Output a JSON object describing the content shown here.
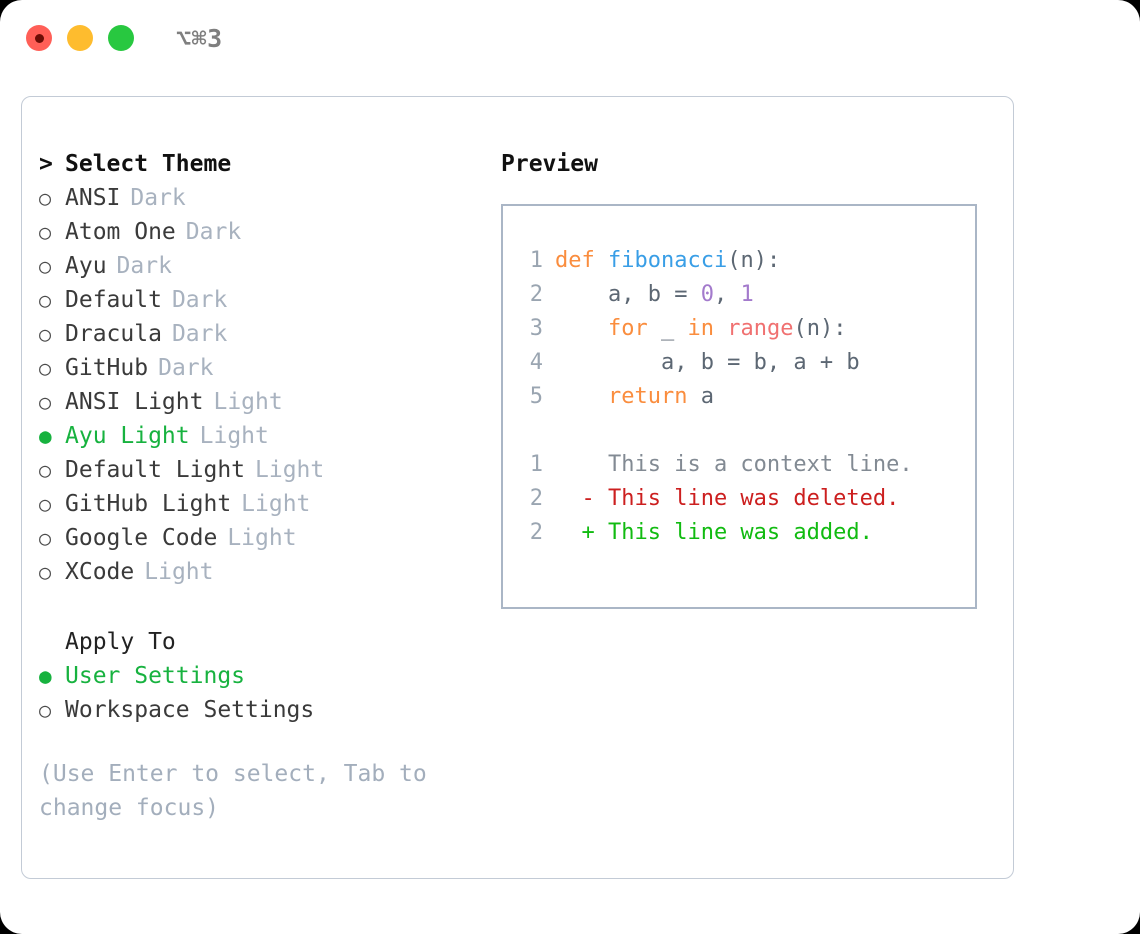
{
  "titlebar": {
    "shortcut": "⌥⌘3",
    "buttons": [
      {
        "name": "close",
        "color": "#ff5f57"
      },
      {
        "name": "minimize",
        "color": "#febc2e"
      },
      {
        "name": "maximize",
        "color": "#28c840"
      }
    ]
  },
  "left": {
    "section_title": "Select Theme",
    "caret": ">",
    "bullet_empty": "○",
    "bullet_filled": "●",
    "themes": [
      {
        "name": "ANSI",
        "kind": "Dark",
        "selected": false
      },
      {
        "name": "Atom One",
        "kind": "Dark",
        "selected": false
      },
      {
        "name": "Ayu",
        "kind": "Dark",
        "selected": false
      },
      {
        "name": "Default",
        "kind": "Dark",
        "selected": false
      },
      {
        "name": "Dracula",
        "kind": "Dark",
        "selected": false
      },
      {
        "name": "GitHub",
        "kind": "Dark",
        "selected": false
      },
      {
        "name": "ANSI Light",
        "kind": "Light",
        "selected": false
      },
      {
        "name": "Ayu Light",
        "kind": "Light",
        "selected": true
      },
      {
        "name": "Default Light",
        "kind": "Light",
        "selected": false
      },
      {
        "name": "GitHub Light",
        "kind": "Light",
        "selected": false
      },
      {
        "name": "Google Code",
        "kind": "Light",
        "selected": false
      },
      {
        "name": "XCode",
        "kind": "Light",
        "selected": false
      }
    ],
    "apply_to_title": "Apply To",
    "apply_to": [
      {
        "label": "User Settings",
        "selected": true
      },
      {
        "label": "Workspace Settings",
        "selected": false
      }
    ],
    "hint": "(Use Enter to select, Tab to change focus)"
  },
  "right": {
    "preview_title": "Preview",
    "code_lines": [
      {
        "n": "1",
        "tokens": [
          {
            "t": "def",
            "c": "kw"
          },
          {
            "t": " ",
            "c": "pl"
          },
          {
            "t": "fibonacci",
            "c": "fn"
          },
          {
            "t": "(n):",
            "c": "pl"
          }
        ]
      },
      {
        "n": "2",
        "tokens": [
          {
            "t": "    a, b = ",
            "c": "pl"
          },
          {
            "t": "0",
            "c": "num"
          },
          {
            "t": ", ",
            "c": "pl"
          },
          {
            "t": "1",
            "c": "num"
          }
        ]
      },
      {
        "n": "3",
        "tokens": [
          {
            "t": "    ",
            "c": "pl"
          },
          {
            "t": "for",
            "c": "kw"
          },
          {
            "t": " _ ",
            "c": "pl"
          },
          {
            "t": "in",
            "c": "kw"
          },
          {
            "t": " ",
            "c": "pl"
          },
          {
            "t": "range",
            "c": "bi"
          },
          {
            "t": "(n):",
            "c": "pl"
          }
        ]
      },
      {
        "n": "4",
        "tokens": [
          {
            "t": "        a, b = b, a + b",
            "c": "pl"
          }
        ]
      },
      {
        "n": "5",
        "tokens": [
          {
            "t": "    ",
            "c": "pl"
          },
          {
            "t": "return",
            "c": "kw"
          },
          {
            "t": " a",
            "c": "pl"
          }
        ]
      }
    ],
    "diff_lines": [
      {
        "n": "1",
        "marker": " ",
        "text": "This is a context line.",
        "kind": "ctx"
      },
      {
        "n": "2",
        "marker": "-",
        "text": "This line was deleted.",
        "kind": "del"
      },
      {
        "n": "2",
        "marker": "+",
        "text": "This line was added.",
        "kind": "add"
      }
    ]
  },
  "colors": {
    "accent_green": "#17b23f",
    "keyword": "#fa8d3e",
    "function": "#399ee6",
    "number": "#a37acc",
    "builtin": "#f07171",
    "muted": "#a8b2bf",
    "diff_added": "#11bb11",
    "diff_deleted": "#cc1f1f",
    "border": "#aab6c6",
    "card_border": "#c3cbd6"
  }
}
